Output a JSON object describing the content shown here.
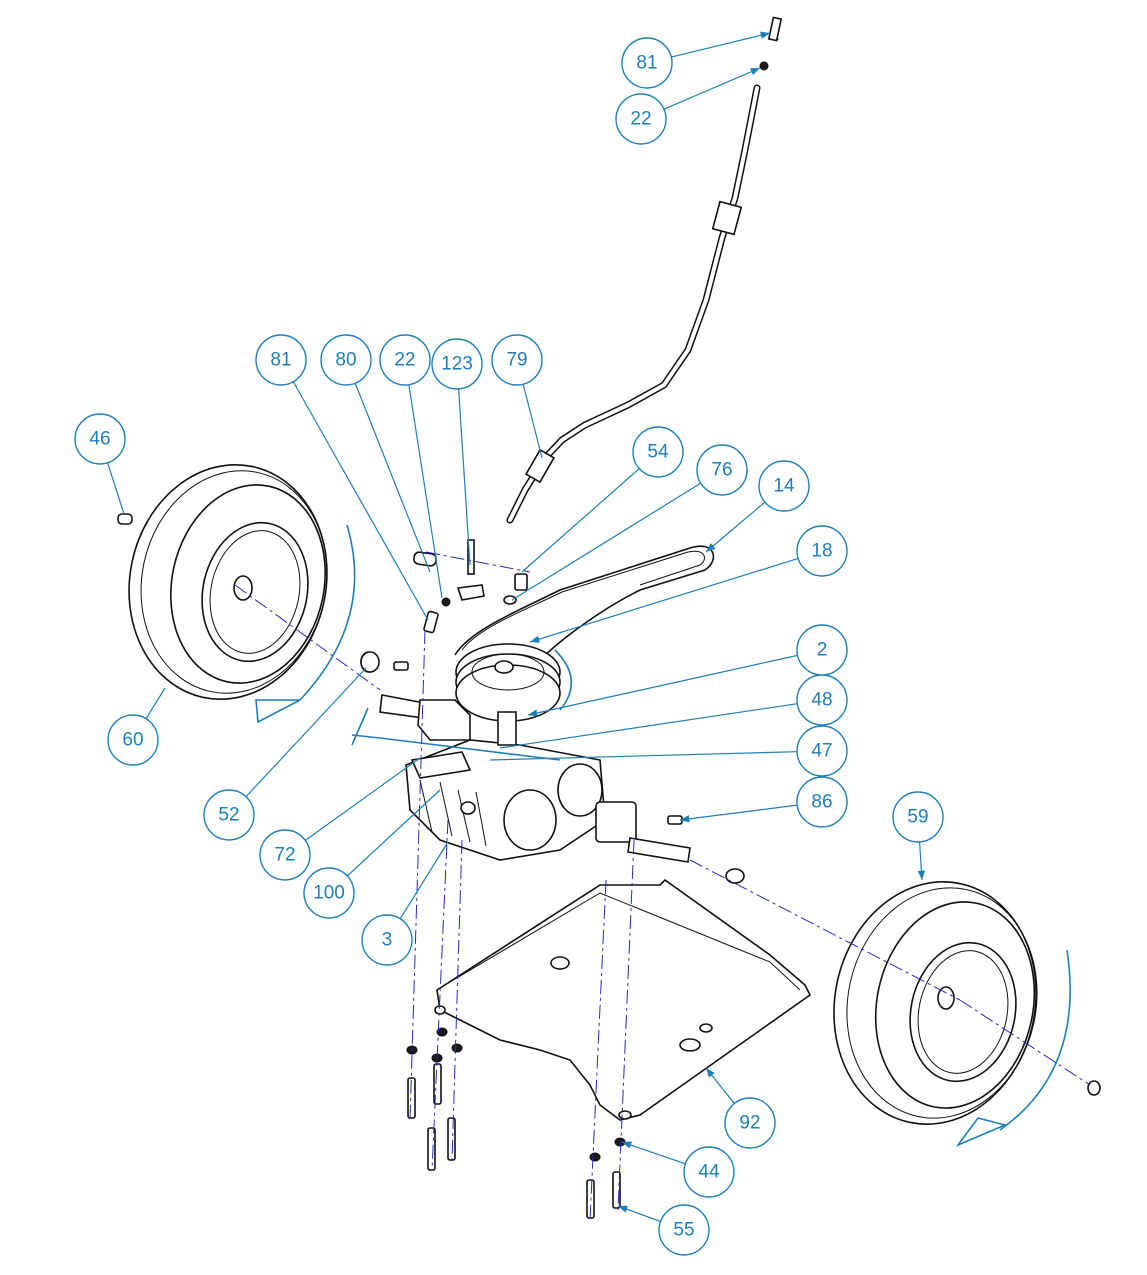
{
  "colors": {
    "callout": "#1e7fb8",
    "outline": "#111111",
    "axis": "#2a2ab8"
  },
  "callouts": [
    {
      "id": "c81a",
      "label": "81"
    },
    {
      "id": "c22a",
      "label": "22"
    },
    {
      "id": "c81b",
      "label": "81"
    },
    {
      "id": "c80",
      "label": "80"
    },
    {
      "id": "c22b",
      "label": "22"
    },
    {
      "id": "c123",
      "label": "123"
    },
    {
      "id": "c79",
      "label": "79"
    },
    {
      "id": "c46",
      "label": "46"
    },
    {
      "id": "c54",
      "label": "54"
    },
    {
      "id": "c76",
      "label": "76"
    },
    {
      "id": "c14",
      "label": "14"
    },
    {
      "id": "c18",
      "label": "18"
    },
    {
      "id": "c2",
      "label": "2"
    },
    {
      "id": "c48",
      "label": "48"
    },
    {
      "id": "c47",
      "label": "47"
    },
    {
      "id": "c86",
      "label": "86"
    },
    {
      "id": "c60",
      "label": "60"
    },
    {
      "id": "c52",
      "label": "52"
    },
    {
      "id": "c72",
      "label": "72"
    },
    {
      "id": "c100",
      "label": "100"
    },
    {
      "id": "c3",
      "label": "3"
    },
    {
      "id": "c59",
      "label": "59"
    },
    {
      "id": "c92",
      "label": "92"
    },
    {
      "id": "c44",
      "label": "44"
    },
    {
      "id": "c55",
      "label": "55"
    }
  ]
}
